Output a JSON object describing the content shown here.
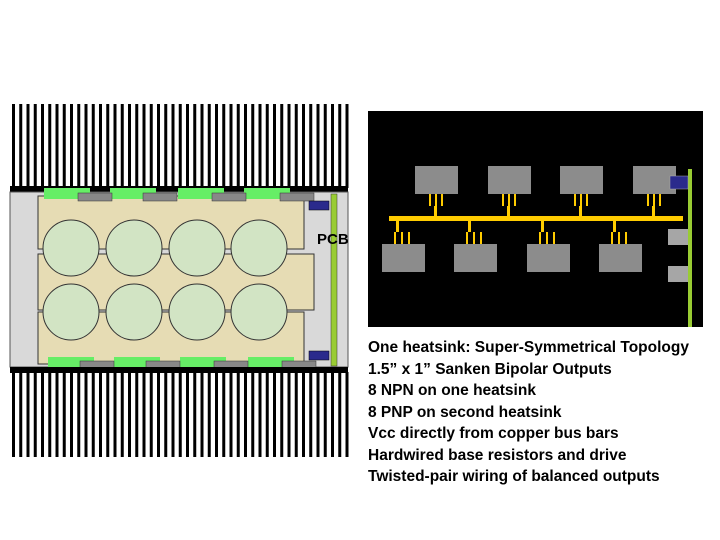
{
  "colors": {
    "background": "#ffffff",
    "fin": "#000000",
    "heatsink_base": "#000000",
    "chassis": "#d9d9d9",
    "board": "#e6dcb4",
    "transistor_disc": "#d2e4c4",
    "bus_bar_green": "#66ee66",
    "pad_gray": "#888888",
    "pcb_strip": "#99cc33",
    "connector_blue": "#2a2a8c",
    "panel_bg": "#000000",
    "device_gray": "#8c8c8c",
    "bus_yellow": "#ffcc00",
    "terminal_gray": "#a6a6a6"
  },
  "left_diagram": {
    "pcb_label": "PCB"
  },
  "right_panel": {
    "top_devices": 4,
    "bottom_devices": 4
  },
  "notes": [
    "One heatsink: Super-Symmetrical Topology",
    "1.5” x 1” Sanken Bipolar Outputs",
    "8 NPN on one heatsink",
    "8 PNP on second heatsink",
    "Vcc directly from copper bus bars",
    "Hardwired base resistors and drive",
    "Twisted-pair wiring of balanced outputs"
  ]
}
